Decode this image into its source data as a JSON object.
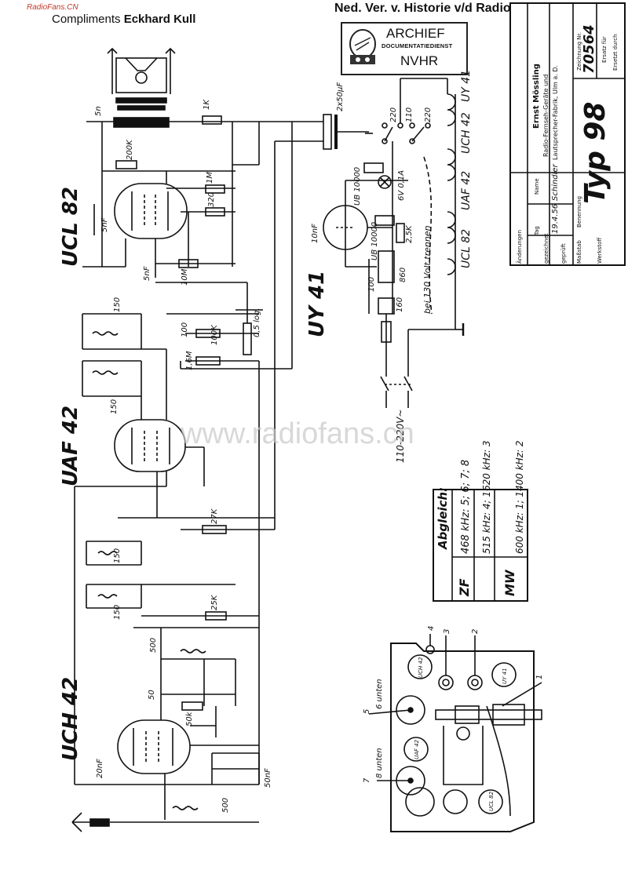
{
  "header": {
    "site": "RadioFans.CN",
    "compliments_prefix": "Compliments",
    "compliments_name": "Eckhard Kull",
    "archive_title": "Ned. Ver. v. Historie v/d Radio",
    "stamp_line1": "ARCHIEF",
    "stamp_line2": "DOCUMENTATIEDIENST",
    "stamp_line3": "NVHR"
  },
  "watermark": "www.radiofans.cn",
  "tubes": {
    "ucl82": "UCL 82",
    "uaf42": "UAF 42",
    "uch42": "UCH 42",
    "uy41": "UY 41"
  },
  "title_block": {
    "company": "Ernst Mössling",
    "company_line2": "Radio-Fernseh-Geräte und",
    "company_line3": "Lautsprecher-Fabrik, Ulm a. D.",
    "drawing_no_label": "Zeichnung Nr.",
    "drawing_no": "70564",
    "model": "Typ 98",
    "replaced_for": "Ersatz für",
    "replaced_by": "Ersetzt durch",
    "date_label": "Tag",
    "name_label": "Name",
    "drawn_label": "gezeichnet",
    "drawn_date": "19.4.56",
    "drawn_name": "Schindler",
    "checked_label": "geprüft",
    "scale_label": "Maßstab",
    "name_field_label": "Benennung",
    "changes_label": "Änderungen",
    "material_label": "Werkstoff"
  },
  "tube_list": [
    "UCL 82",
    "UAF 42",
    "UCH 42",
    "UY 41"
  ],
  "alignment": {
    "title": "Abgleich:",
    "zf_label": "ZF",
    "zf_values": "468 kHz: 5; 6; 7; 8",
    "mw_label": "MW",
    "mw_line1": "515 kHz: 4; 1620 kHz: 3",
    "mw_line2": "600 kHz: 1; 1400 kHz: 2"
  },
  "components": {
    "c_2x50": "2x50µF",
    "c_5n": "5n",
    "r_1k": "1K",
    "r_200k": "200K",
    "r_1m": "1M",
    "r_320": "320",
    "c_5nf_a": "5nF",
    "c_5nf_b": "5nF",
    "r_10m": "10M",
    "c_150_a": "150",
    "c_150_b": "150",
    "c_150_c": "150",
    "c_150_d": "150",
    "c_100": "100",
    "r_100k": "100K",
    "r_1_6m": "1,6M",
    "pot": "0,5 log.",
    "r_27k": "27K",
    "r_25k": "25K",
    "c_500_a": "500",
    "c_500_b": "500",
    "c_50": "50",
    "r_50k": "50k",
    "c_20nf": "20nF",
    "c_50nf": "50nF",
    "c_10nf": "10nF",
    "ub_a": "UB 10000",
    "ub_b": "UB 10000",
    "lamp": "6V 0,1A",
    "r_2_5k": "2,5K",
    "r_860": "860",
    "r_100": "100",
    "r_160": "160",
    "sep_note": "bei 130 Volt trennen",
    "mains": "110-220V~",
    "v110": "110",
    "v220_a": "220",
    "v220_b": "220"
  },
  "chassis": {
    "pin1": "1",
    "pin2": "2",
    "pin3": "3",
    "pin4": "4",
    "pin5": "5",
    "pin5_note": "6 unten",
    "pin7": "7",
    "pin7_note": "8 unten",
    "tube_uch": "UCH 42",
    "tube_uy": "UY 41",
    "tube_uaf": "UAF 42",
    "tube_ucl": "UCL 82"
  }
}
